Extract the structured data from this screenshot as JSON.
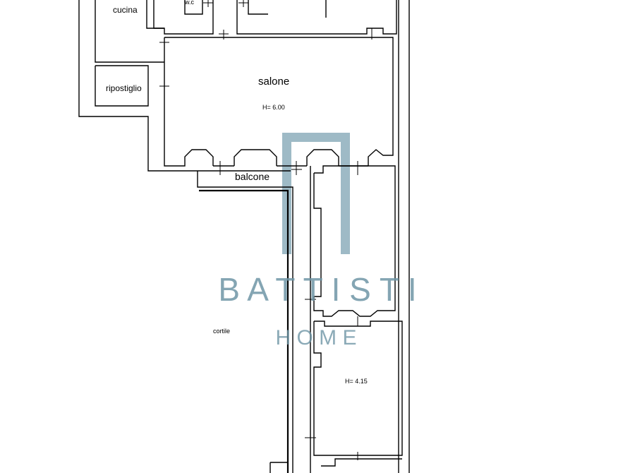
{
  "rooms": {
    "cucina": "cucina",
    "wc": "w.c",
    "ripostiglio": "ripostiglio",
    "salone": "salone",
    "salone_height": "H= 6.00",
    "balcone": "balcone",
    "cortile": "cortile",
    "room_height": "H= 4.15"
  },
  "watermark": {
    "brand": "B A T T I S T I",
    "sub": "H O M E",
    "color": "#6f96a6"
  }
}
